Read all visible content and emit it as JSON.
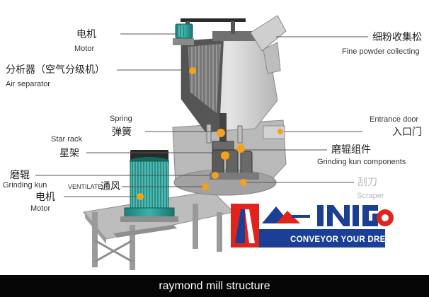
{
  "caption": "raymond mill structure",
  "logo": {
    "brand": "MINING",
    "tagline": "CONVEYOR YOUR DREAM"
  },
  "labels": {
    "top_motor_zh": "电机",
    "top_motor_en": "Motor",
    "air_separator_zh": "分析器（空气分级机）",
    "air_separator_en": "Air separator",
    "fine_powder_zh": "细粉收集松",
    "fine_powder_en": "Fine powder collecting",
    "spring_en": "Spring",
    "spring_zh": "弹簧",
    "star_rack_en": "Star rack",
    "star_rack_zh": "星架",
    "entrance_door_en": "Entrance door",
    "entrance_door_zh": "入口门",
    "grinding_components_zh": "磨辊组件",
    "grinding_components_en": "Grinding kun components",
    "grinding_kun_zh": "磨辊",
    "grinding_kun_en": "Grinding kun",
    "ventilate_en": "VENTILATE",
    "ventilate_zh": "通风",
    "scraper_zh": "刮刀",
    "scraper_en": "Scraper",
    "bottom_motor_zh": "电机",
    "bottom_motor_en": "Motor"
  },
  "colors": {
    "motor_teal": "#2a9a92",
    "accent_orange": "#f3a21a",
    "logo_red": "#e2231a",
    "logo_blue": "#1a3f95",
    "machine_gray": "#a8a8a8",
    "caption_bar": "#050505"
  }
}
